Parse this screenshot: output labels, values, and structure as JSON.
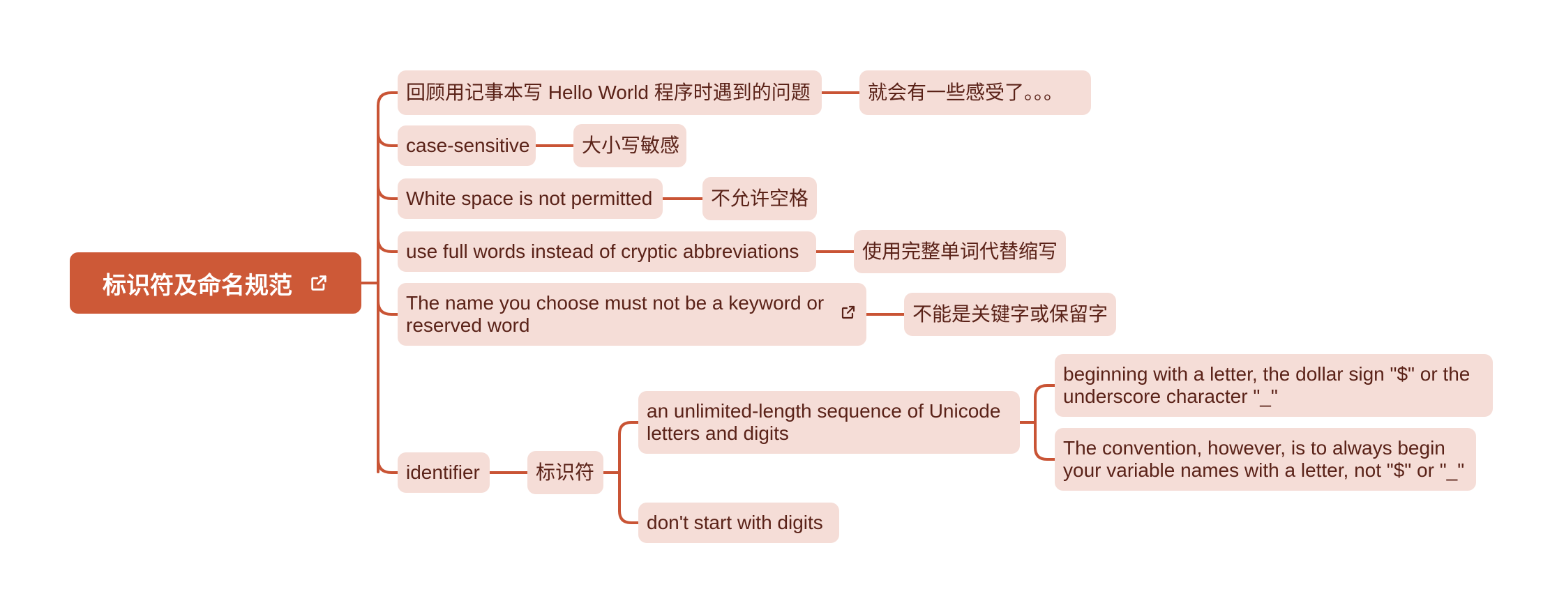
{
  "root": {
    "label": "标识符及命名规范",
    "icon": "external-link-icon"
  },
  "branches": [
    {
      "label": "回顾用记事本写 Hello World 程序时遇到的问题",
      "child": "就会有一些感受了。。。"
    },
    {
      "label": "case-sensitive",
      "child": "大小写敏感"
    },
    {
      "label": "White space is not permitted",
      "child": "不允许空格"
    },
    {
      "label": "use full words instead of cryptic abbreviations",
      "child": "使用完整单词代替缩写"
    },
    {
      "label": "The name you choose must not be a keyword or reserved word",
      "icon": "external-link-icon",
      "child": "不能是关键字或保留字"
    }
  ],
  "identifier": {
    "label": "identifier",
    "child": "标识符",
    "rules": [
      {
        "label": "an unlimited-length sequence of Unicode letters and digits",
        "children": [
          "beginning with a letter, the dollar sign \"$\" or the underscore character \"_\"",
          "The convention, however, is to always begin your variable names with a letter, not \"$\" or \"_\""
        ]
      },
      {
        "label": "don't start with digits"
      }
    ]
  },
  "colors": {
    "accent": "#cd5937",
    "node_fill": "#f5ddd7",
    "node_text": "#5a2218",
    "line": "#c95435"
  }
}
